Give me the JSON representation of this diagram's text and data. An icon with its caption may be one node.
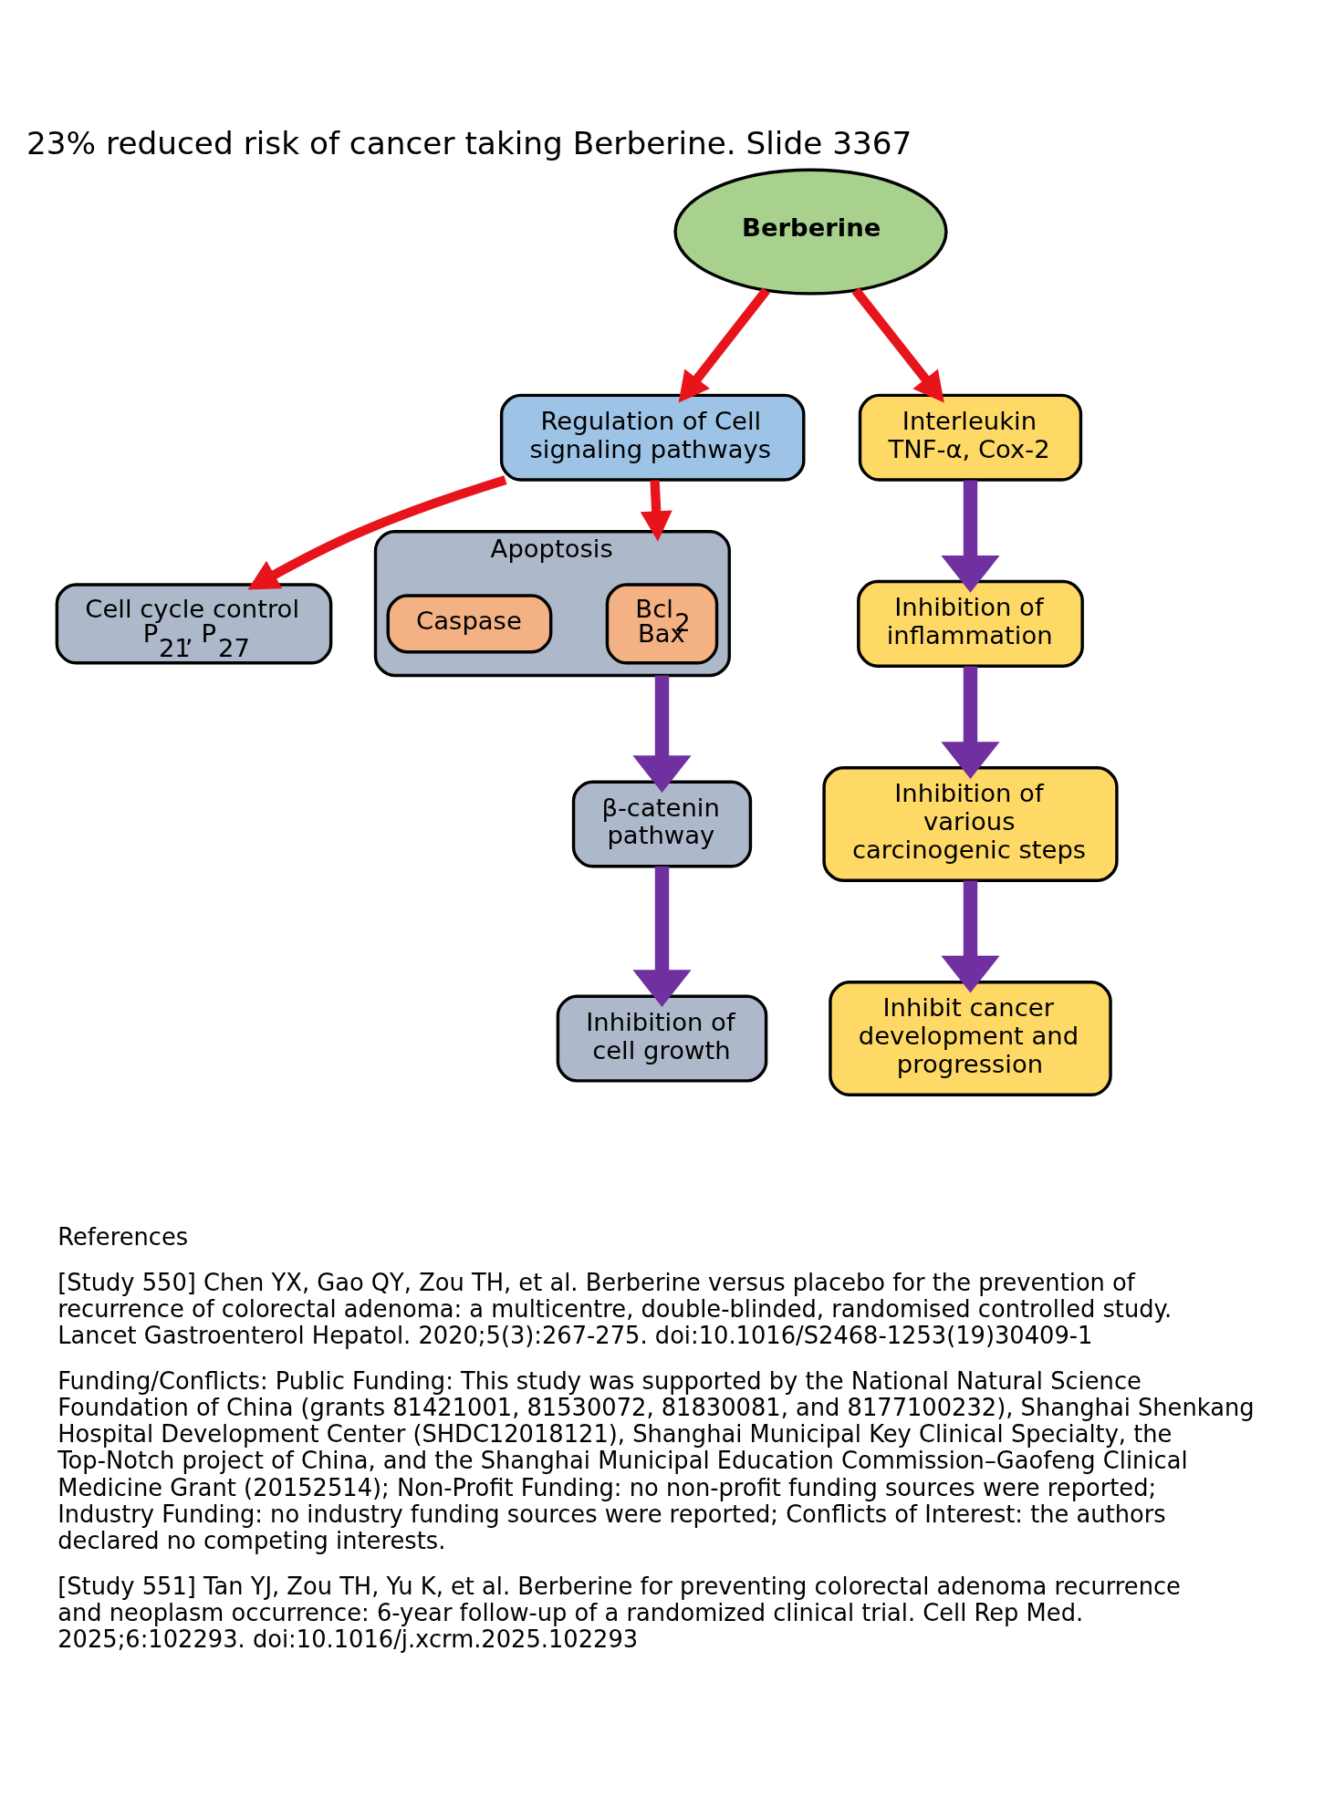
{
  "diagram": {
    "title": "23% reduced risk of cancer taking Berberine. Slide 3367",
    "nodes": [
      {
        "text": [
          "Berberine"
        ]
      },
      {
        "text": [
          "Regulation of Cell signaling pathways"
        ]
      },
      {
        "text": [
          "Interleukin TNF-α, Cox-2"
        ]
      },
      {
        "text": [
          "Cell cycle control P$_{21}$, P$_{27}$"
        ]
      },
      {
        "text": [
          "Apoptosis"
        ]
      },
      {
        "text": [
          "Bcl$_{2}$ Bax"
        ],
        "in": 4
      },
      {
        "text": [
          "Caspase"
        ],
        "in": 4
      },
      {
        "text": [
          "β-catenin pathway"
        ]
      },
      {
        "text": [
          "Inhibition of cell growth"
        ]
      },
      {
        "text": [
          "Inhibition of inflammation"
        ]
      },
      {
        "text": [
          "Inhibition of various carcinogenic steps"
        ]
      },
      {
        "text": [
          "Inhibit cancer development and progression"
        ]
      }
    ],
    "edges": [
      {
        "from": 0,
        "to": 1,
        "arrow": "to",
        "color": "#e8141c"
      },
      {
        "from": 0,
        "to": 2,
        "arrow": "to",
        "color": "#e8141c"
      },
      {
        "from": 1,
        "to": 3,
        "arrow": "to",
        "color": "#e8141c"
      },
      {
        "from": 1,
        "to": 4,
        "arrow": "to",
        "color": "#e8141c"
      },
      {
        "from": 4,
        "to": 7,
        "arrow": "to"
      },
      {
        "from": 7,
        "to": 8,
        "arrow": "to"
      },
      {
        "from": 2,
        "to": 9,
        "arrow": "to"
      },
      {
        "from": 9,
        "to": 10,
        "arrow": "to"
      },
      {
        "from": 10,
        "to": 11,
        "arrow": "to"
      }
    ],
    "labels": [
      "References",
      "[Study 550] Chen YX, Gao QY, Zou TH, et al. Berberine versus placebo for the prevention of recurrence of colorectal adenoma: a multicentre, double-blinded, randomised controlled study. Lancet Gastroenterol Hepatol. 2020;5(3):267-275. doi:10.1016/S2468-1253(19)30409-1",
      "Funding/Conflicts: Public Funding: This study was supported by the National Natural Science Foundation of China (grants 81421001, 81530072, 81830081, and 8177100232), Shanghai Shenkang Hospital Development Center (SHDC12018121), Shanghai Municipal Key Clinical Specialty, the Top-Notch project of China, and the Shanghai Municipal Education Commission–Gaofeng Clinical Medicine Grant (20152514); Non-Profit Funding: no non-profit funding sources were reported; Industry Funding: no industry funding sources were reported; Conflicts of Interest: the authors declared no competing interests.",
      "[Study 551] Tan YJ, Zou TH, Yu K, et al. Berberine for preventing colorectal adenoma recurrence and neoplasm occurrence: 6-year follow-up of a randomized clinical trial. Cell Rep Med. 2025;6:102293. doi:10.1016/j.xcrm.2025.102293"
    ]
  }
}
